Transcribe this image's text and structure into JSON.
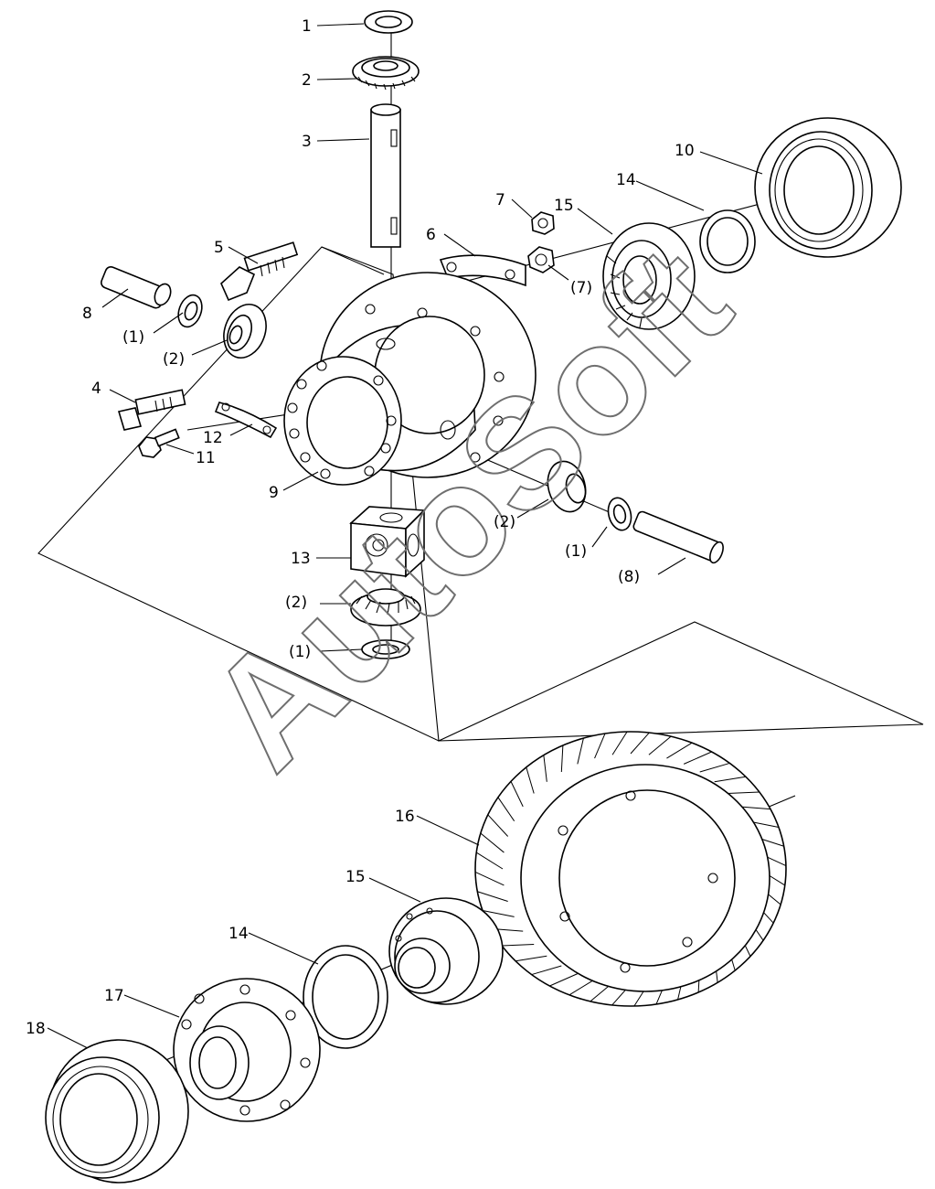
{
  "watermark": "AutoSoft",
  "callouts": {
    "c1": "1",
    "c2": "2",
    "c3": "3",
    "c4": "4",
    "c5": "5",
    "c6": "6",
    "c7": "7",
    "c7b": "(7)",
    "c8": "8",
    "c8b": "(8)",
    "c9": "9",
    "c10": "10",
    "c11": "11",
    "c12": "12",
    "c13": "13",
    "c14a": "14",
    "c14b": "14",
    "c15a": "15",
    "c15b": "15",
    "c16": "16",
    "c17": "17",
    "c18": "18",
    "p1a": "(1)",
    "p1b": "(1)",
    "p1c": "(1)",
    "p2a": "(2)",
    "p2b": "(2)",
    "p2c": "(2)"
  }
}
